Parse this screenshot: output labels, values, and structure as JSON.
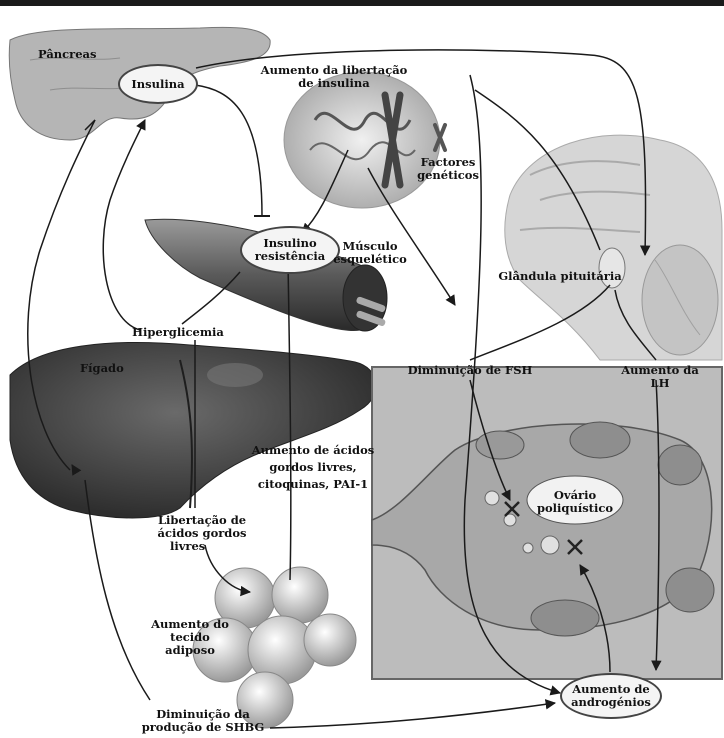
{
  "labels": {
    "pancreas": "Pâncreas",
    "insulina": "Insulina",
    "aumento_libertacao": [
      "Aumento da libertação",
      "de insulina"
    ],
    "factores_geneticos": [
      "Factores",
      "genéticos"
    ],
    "insulino_resistencia": [
      "Insulino",
      "resistência"
    ],
    "musculo": [
      "Músculo",
      "esquelético"
    ],
    "glandula": "Glândula pituitária",
    "hiperglicemia": "Hiperglicemia",
    "figado": "Fígado",
    "diminuicao_fsh": "Diminuição de FSH",
    "aumento_lh": "Aumento da LH",
    "aumento_acidos": [
      "Aumento de ácidos",
      "gordos livres,",
      "citoquinas, PAI-1"
    ],
    "ovario": [
      "Ovário",
      "poliquístico"
    ],
    "libertacao_acidos": [
      "Libertação de",
      "ácidos gordos",
      "livres"
    ],
    "tecido_adiposo": [
      "Aumento do tecido",
      "adiposo"
    ],
    "aumento_androgenios": [
      "Aumento de",
      "androgénios"
    ],
    "diminuicao_shbg": [
      "Diminuição da",
      "produção de SHBG"
    ]
  },
  "colors": {
    "organ_dark": "#3a3a3a",
    "organ_mid": "#8a8a8a",
    "organ_light": "#c8c8c8",
    "ovary_bg": "#b8b8b8",
    "line": "#1a1a1a"
  },
  "icons": [
    "x-mark-icon",
    "arrow-icon",
    "inhibit-bar-icon"
  ]
}
